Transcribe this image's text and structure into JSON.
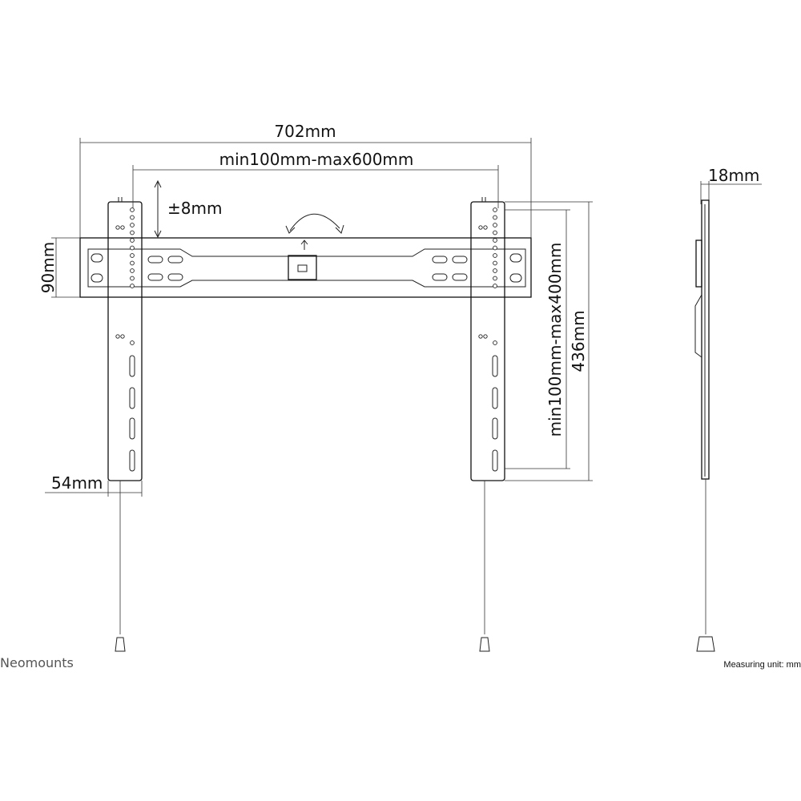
{
  "dimensions": {
    "overall_width": "702mm",
    "vesa_horizontal": "min100mm-max600mm",
    "vertical_adjust": "±8mm",
    "rail_height": "90mm",
    "arm_width": "54mm",
    "vesa_vertical": "min100mm-max400mm",
    "arm_height": "436mm",
    "wall_distance": "18mm"
  },
  "brand": "Neomounts",
  "measuring_unit": "Measuring unit: mm"
}
